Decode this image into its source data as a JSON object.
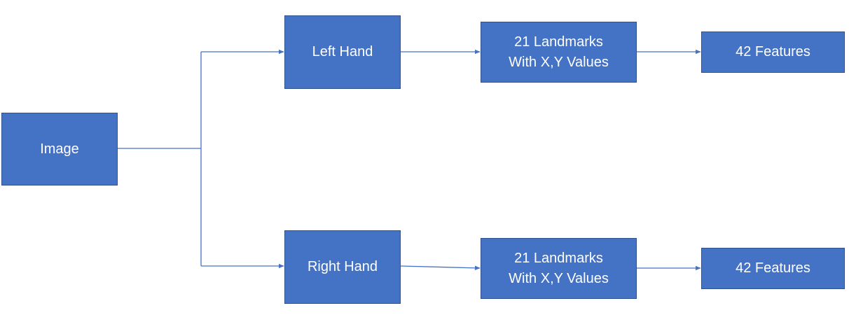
{
  "diagram": {
    "colors": {
      "node_fill": "#4472c4",
      "node_border": "#2f528f",
      "node_text": "#ffffff",
      "connector": "#4472c4"
    },
    "nodes": {
      "image": "Image",
      "left_hand": "Left Hand",
      "right_hand": "Right Hand",
      "left_landmarks": "21 Landmarks\nWith X,Y Values",
      "right_landmarks": "21 Landmarks\nWith X,Y Values",
      "left_features": "42 Features",
      "right_features": "42 Features"
    },
    "edges": [
      {
        "from": "image",
        "to": "left_hand"
      },
      {
        "from": "image",
        "to": "right_hand"
      },
      {
        "from": "left_hand",
        "to": "left_landmarks"
      },
      {
        "from": "left_landmarks",
        "to": "left_features"
      },
      {
        "from": "right_hand",
        "to": "right_landmarks"
      },
      {
        "from": "right_landmarks",
        "to": "right_features"
      }
    ]
  }
}
